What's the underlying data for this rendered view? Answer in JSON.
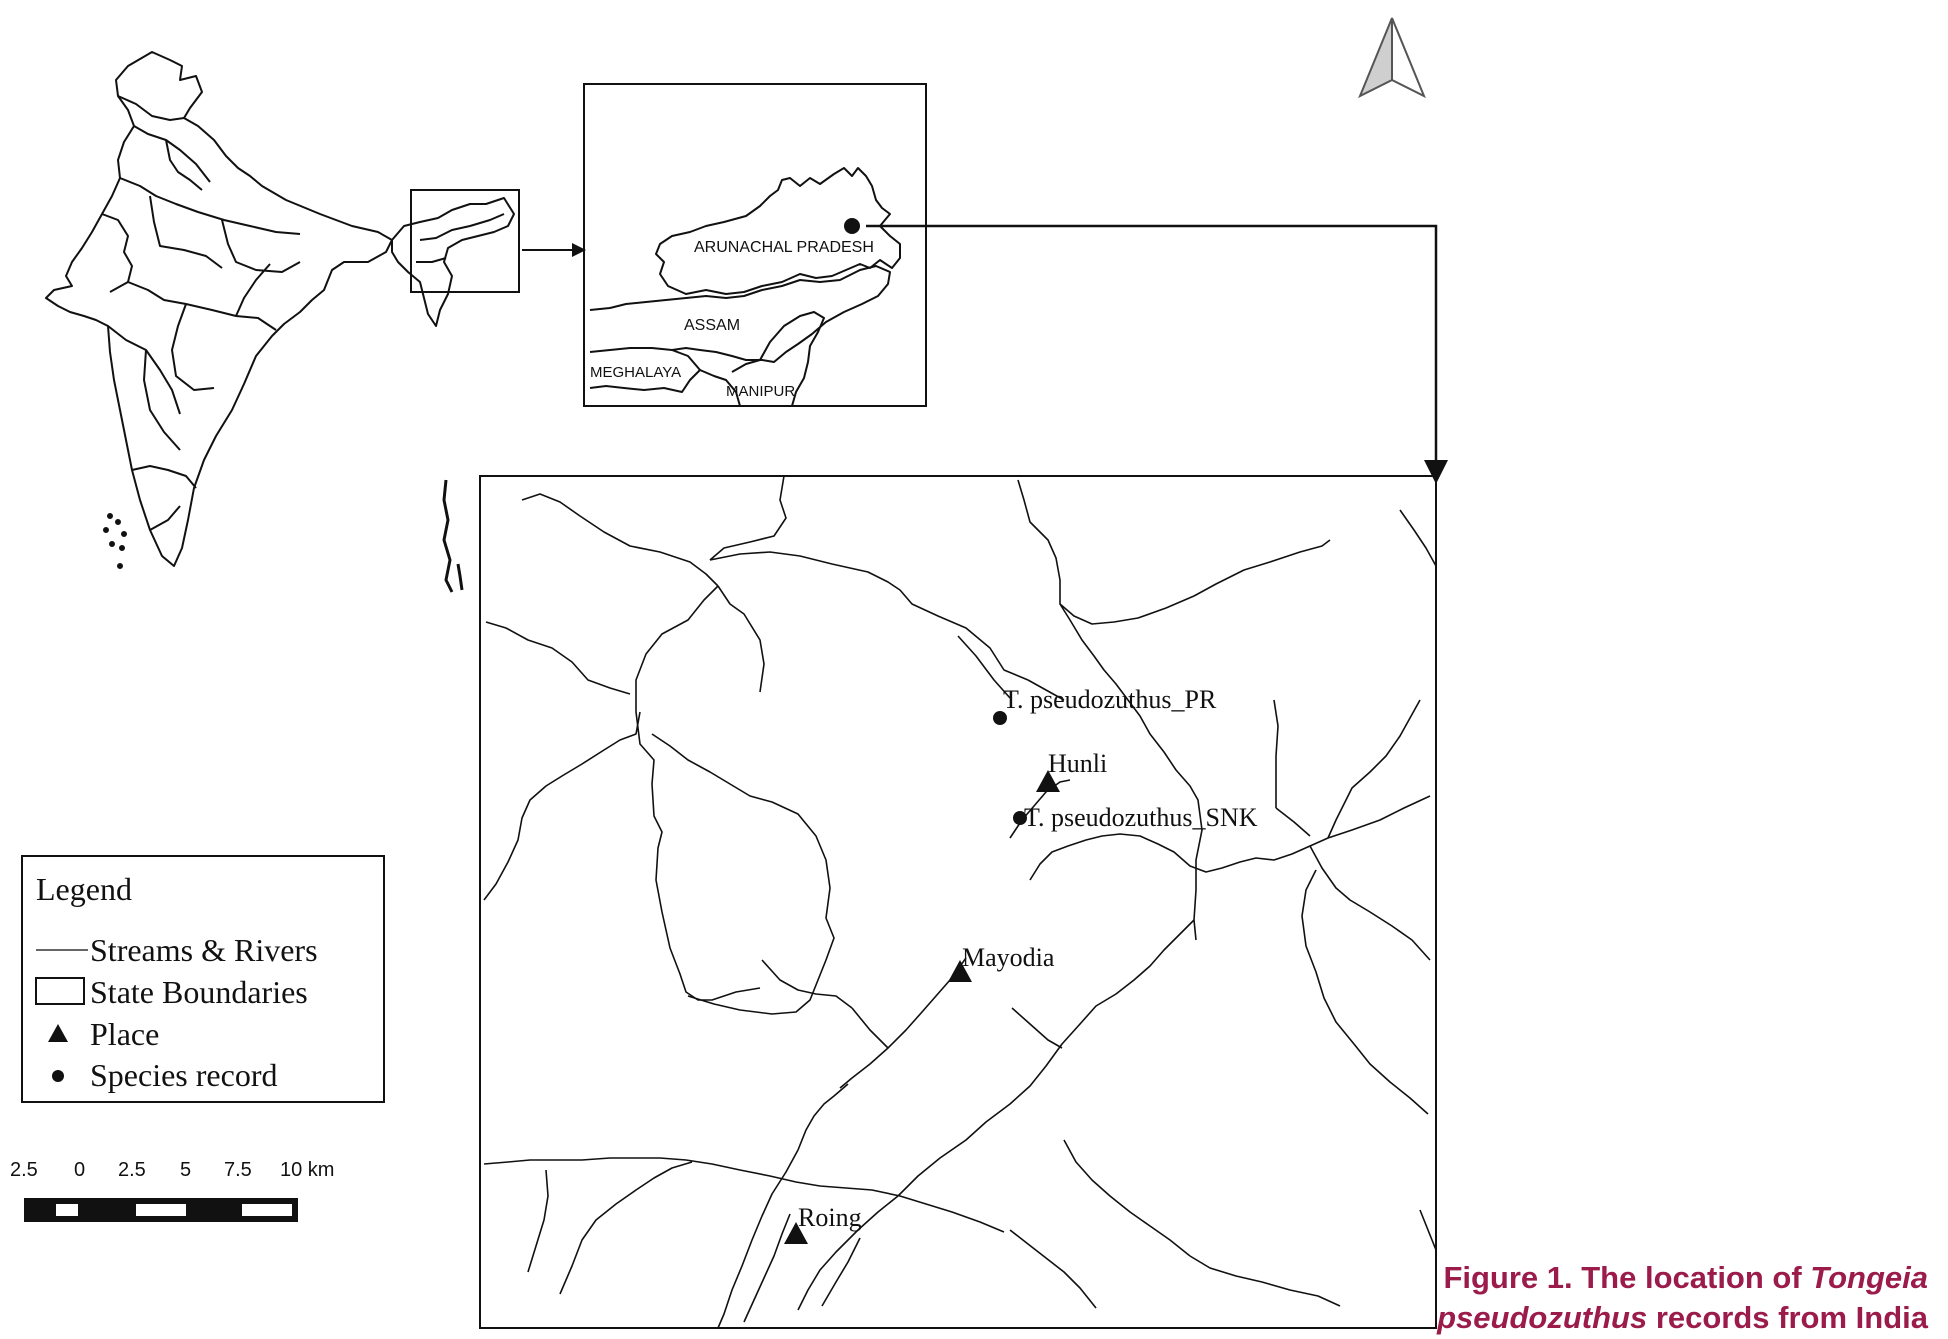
{
  "inset": {
    "labels": {
      "arunachal": "ARUNACHAL PRADESH",
      "assam": "ASSAM",
      "meghalaya": "MEGHALAYA",
      "manipur": "MANIPUR"
    }
  },
  "main_map": {
    "records": [
      {
        "label": "T. pseudozuthus_PR",
        "type": "species"
      },
      {
        "label": "T. pseudozuthus_SNK",
        "type": "species"
      }
    ],
    "places": [
      {
        "label": "Hunli"
      },
      {
        "label": "Mayodia"
      },
      {
        "label": "Roing"
      }
    ]
  },
  "legend": {
    "title": "Legend",
    "items": [
      {
        "symbol": "line",
        "label": "Streams & Rivers"
      },
      {
        "symbol": "rect",
        "label": "State Boundaries"
      },
      {
        "symbol": "triangle",
        "label": "Place"
      },
      {
        "symbol": "dot",
        "label": "Species record"
      }
    ]
  },
  "scale_bar": {
    "ticks": [
      "2.5",
      "0",
      "2.5",
      "5",
      "7.5",
      "10 km"
    ]
  },
  "caption": {
    "prefix": "Figure 1. The location of ",
    "species_italic_1": "Tongeia",
    "species_italic_2": "pseudozuthus",
    "suffix": " records from India"
  },
  "colors": {
    "caption": "#9b1b4a",
    "line": "#111111",
    "north_arrow_fill": "#cfcfcf"
  },
  "icons": {
    "north_arrow": "north-arrow-icon"
  }
}
